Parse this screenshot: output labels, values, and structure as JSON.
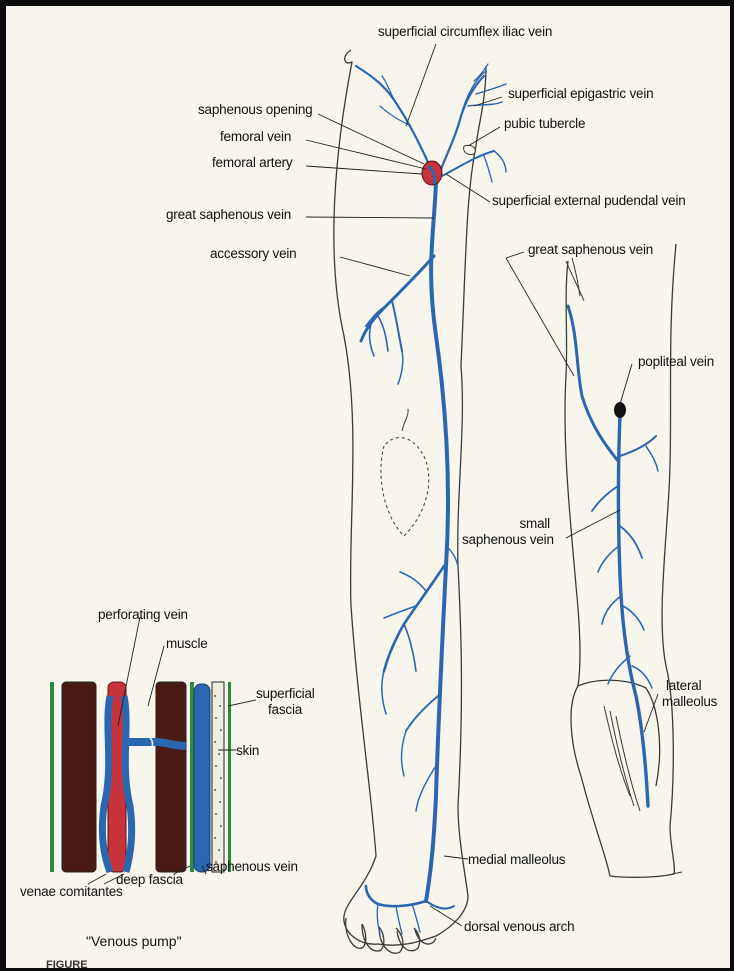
{
  "labels": {
    "superficial_circumflex_iliac_vein": "superficial circumflex iliac vein",
    "superficial_epigastric_vein": "superficial epigastric vein",
    "pubic_tubercle": "pubic tubercle",
    "saphenous_opening": "saphenous opening",
    "femoral_vein": "femoral vein",
    "femoral_artery": "femoral artery",
    "superficial_external_pudendal_vein": "superficial external pudendal vein",
    "great_saphenous_vein_front": "great saphenous vein",
    "accessory_vein": "accessory vein",
    "great_saphenous_vein_back": "great saphenous vein",
    "popliteal_vein": "popliteal vein",
    "small_saphenous_vein_line1": "small",
    "small_saphenous_vein_line2": "saphenous vein",
    "lateral_malleolus_line1": "lateral",
    "lateral_malleolus_line2": "malleolus",
    "medial_malleolus": "medial malleolus",
    "dorsal_venous_arch": "dorsal venous arch",
    "perforating_vein": "perforating vein",
    "muscle": "muscle",
    "superficial_fascia_line1": "superficial",
    "superficial_fascia_line2": "fascia",
    "skin": "skin",
    "saphenous_vein": "saphenous vein",
    "deep_fascia": "deep fascia",
    "venae_comitantes": "venae comitantes",
    "venous_pump_caption": "\"Venous pump\"",
    "figure_caption": "FIGURE"
  },
  "colors": {
    "page_bg": "#f7f5ec",
    "border": "#0b0b0b",
    "vein_blue": "#2b66b0",
    "artery_red": "#c8323a",
    "muscle_brown": "#4a1b14",
    "fascia_green": "#2e8a3c",
    "outline": "#3a3a3a"
  }
}
